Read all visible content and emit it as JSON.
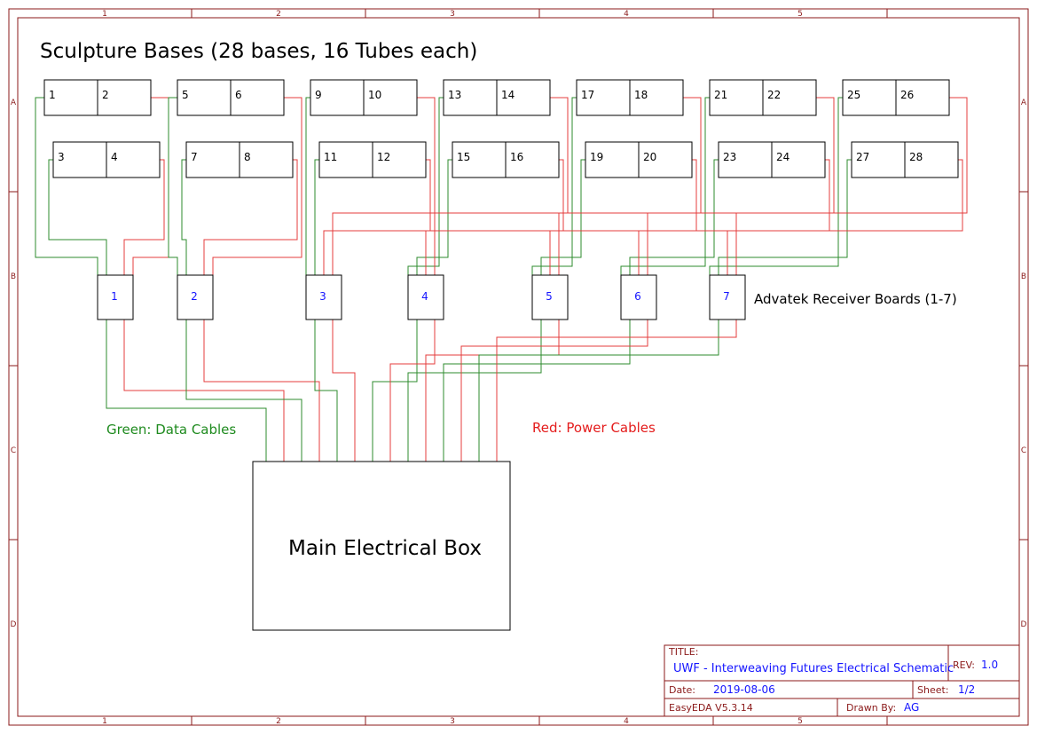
{
  "heading": "Sculpture Bases (28 bases, 16 Tubes each)",
  "ruler": {
    "columns": [
      "1",
      "2",
      "3",
      "4",
      "5"
    ],
    "rows": [
      "A",
      "B",
      "C",
      "D"
    ]
  },
  "bases": [
    "1",
    "2",
    "3",
    "4",
    "5",
    "6",
    "7",
    "8",
    "9",
    "10",
    "11",
    "12",
    "13",
    "14",
    "15",
    "16",
    "17",
    "18",
    "19",
    "20",
    "21",
    "22",
    "23",
    "24",
    "25",
    "26",
    "27",
    "28"
  ],
  "receivers": {
    "boards": [
      "1",
      "2",
      "3",
      "4",
      "5",
      "6",
      "7"
    ],
    "caption": "Advatek Receiver Boards (1-7)"
  },
  "main_box": "Main Electrical Box",
  "legend": {
    "green": "Green: Data Cables",
    "red": "Red: Power Cables",
    "green_color": "#2e8b2e",
    "red_color": "#e43c3c"
  },
  "title_block": {
    "title_label": "TITLE:",
    "title": "UWF - Interweaving Futures Electrical Schematic",
    "rev_label": "REV:",
    "rev": "1.0",
    "date_label": "Date:",
    "date": "2019-08-06",
    "sheet_label": "Sheet:",
    "sheet": "1/2",
    "software": "EasyEDA V5.3.14",
    "drawn_by_label": "Drawn By:",
    "drawn_by": "AG"
  }
}
